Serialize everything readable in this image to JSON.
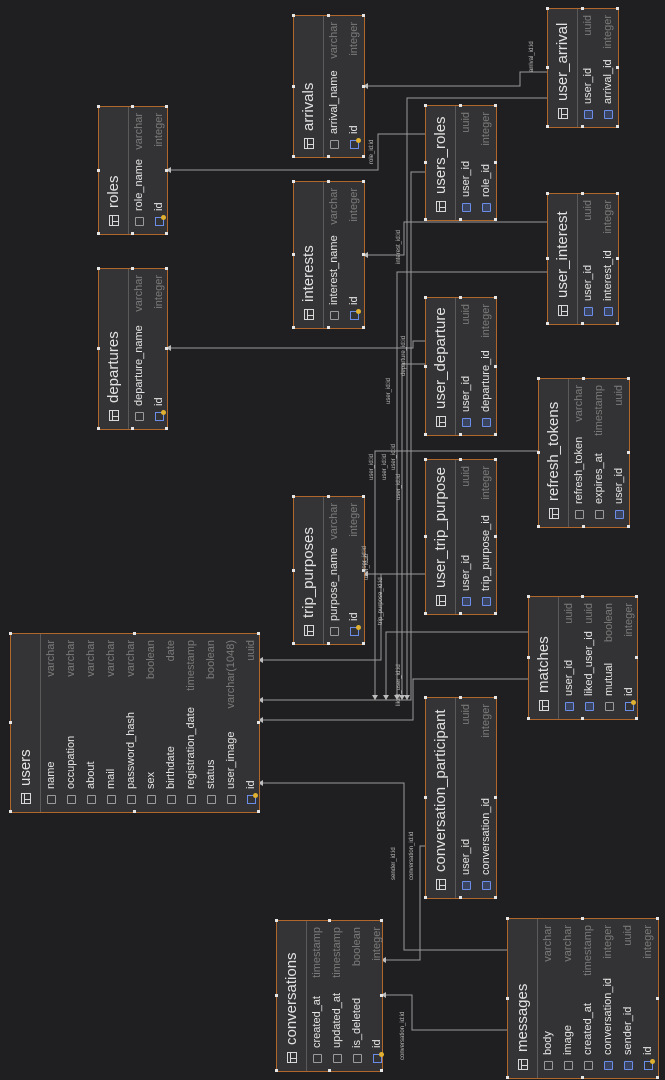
{
  "tables": [
    {
      "id": "users",
      "name": "users",
      "columns": [
        {
          "name": "name",
          "type": "varchar",
          "icon": "column-icon"
        },
        {
          "name": "occupation",
          "type": "varchar",
          "icon": "column-icon"
        },
        {
          "name": "about",
          "type": "varchar",
          "icon": "column-icon"
        },
        {
          "name": "mail",
          "type": "varchar",
          "icon": "column-icon"
        },
        {
          "name": "password_hash",
          "type": "varchar",
          "icon": "column-icon"
        },
        {
          "name": "sex",
          "type": "boolean",
          "icon": "column-icon"
        },
        {
          "name": "birthdate",
          "type": "date",
          "icon": "column-icon"
        },
        {
          "name": "registration_date",
          "type": "timestamp",
          "icon": "column-icon"
        },
        {
          "name": "status",
          "type": "boolean",
          "icon": "column-icon"
        },
        {
          "name": "user_image",
          "type": "varchar(1048)",
          "icon": "column-icon"
        },
        {
          "name": "id",
          "type": "uuid",
          "icon": "primary-key-icon"
        }
      ]
    },
    {
      "id": "roles",
      "name": "roles",
      "columns": [
        {
          "name": "role_name",
          "type": "varchar",
          "icon": "column-icon"
        },
        {
          "name": "id",
          "type": "integer",
          "icon": "primary-key-icon"
        }
      ]
    },
    {
      "id": "departures",
      "name": "departures",
      "columns": [
        {
          "name": "departure_name",
          "type": "varchar",
          "icon": "column-icon"
        },
        {
          "name": "id",
          "type": "integer",
          "icon": "primary-key-icon"
        }
      ]
    },
    {
      "id": "arrivals",
      "name": "arrivals",
      "columns": [
        {
          "name": "arrival_name",
          "type": "varchar",
          "icon": "column-icon"
        },
        {
          "name": "id",
          "type": "integer",
          "icon": "primary-key-icon"
        }
      ]
    },
    {
      "id": "interests",
      "name": "interests",
      "columns": [
        {
          "name": "interest_name",
          "type": "varchar",
          "icon": "column-icon"
        },
        {
          "name": "id",
          "type": "integer",
          "icon": "primary-key-icon"
        }
      ]
    },
    {
      "id": "trip_purposes",
      "name": "trip_purposes",
      "columns": [
        {
          "name": "purpose_name",
          "type": "varchar",
          "icon": "column-icon"
        },
        {
          "name": "id",
          "type": "integer",
          "icon": "primary-key-icon"
        }
      ]
    },
    {
      "id": "users_roles",
      "name": "users_roles",
      "columns": [
        {
          "name": "user_id",
          "type": "uuid",
          "icon": "foreign-key-icon"
        },
        {
          "name": "role_id",
          "type": "integer",
          "icon": "foreign-key-icon"
        }
      ]
    },
    {
      "id": "user_departure",
      "name": "user_departure",
      "columns": [
        {
          "name": "user_id",
          "type": "uuid",
          "icon": "foreign-key-icon"
        },
        {
          "name": "departure_id",
          "type": "integer",
          "icon": "foreign-key-icon"
        }
      ]
    },
    {
      "id": "user_trip_purpose",
      "name": "user_trip_purpose",
      "columns": [
        {
          "name": "user_id",
          "type": "uuid",
          "icon": "foreign-key-icon"
        },
        {
          "name": "trip_purpose_id",
          "type": "integer",
          "icon": "foreign-key-icon"
        }
      ]
    },
    {
      "id": "conversation_participant",
      "name": "conversation_participant",
      "columns": [
        {
          "name": "user_id",
          "type": "uuid",
          "icon": "foreign-key-icon"
        },
        {
          "name": "conversation_id",
          "type": "integer",
          "icon": "foreign-key-icon"
        }
      ]
    },
    {
      "id": "conversations",
      "name": "conversations",
      "columns": [
        {
          "name": "created_at",
          "type": "timestamp",
          "icon": "column-icon"
        },
        {
          "name": "updated_at",
          "type": "timestamp",
          "icon": "column-icon"
        },
        {
          "name": "is_deleted",
          "type": "boolean",
          "icon": "column-icon"
        },
        {
          "name": "id",
          "type": "integer",
          "icon": "primary-key-icon"
        }
      ]
    },
    {
      "id": "user_arrival",
      "name": "user_arrival",
      "columns": [
        {
          "name": "user_id",
          "type": "uuid",
          "icon": "foreign-key-icon"
        },
        {
          "name": "arrival_id",
          "type": "integer",
          "icon": "foreign-key-icon"
        }
      ]
    },
    {
      "id": "user_interest",
      "name": "user_interest",
      "columns": [
        {
          "name": "user_id",
          "type": "uuid",
          "icon": "foreign-key-icon"
        },
        {
          "name": "interest_id",
          "type": "integer",
          "icon": "foreign-key-icon"
        }
      ]
    },
    {
      "id": "refresh_tokens",
      "name": "refresh_tokens",
      "columns": [
        {
          "name": "refresh_token",
          "type": "varchar",
          "icon": "column-icon"
        },
        {
          "name": "expires_at",
          "type": "timestamp",
          "icon": "column-icon"
        },
        {
          "name": "user_id",
          "type": "uuid",
          "icon": "foreign-key-icon"
        }
      ]
    },
    {
      "id": "matches",
      "name": "matches",
      "columns": [
        {
          "name": "user_id",
          "type": "uuid",
          "icon": "foreign-key-icon"
        },
        {
          "name": "liked_user_id",
          "type": "uuid",
          "icon": "foreign-key-icon"
        },
        {
          "name": "mutual",
          "type": "boolean",
          "icon": "column-icon"
        },
        {
          "name": "id",
          "type": "integer",
          "icon": "primary-key-icon"
        }
      ]
    },
    {
      "id": "messages",
      "name": "messages",
      "columns": [
        {
          "name": "body",
          "type": "varchar",
          "icon": "column-icon"
        },
        {
          "name": "image",
          "type": "varchar",
          "icon": "column-icon"
        },
        {
          "name": "created_at",
          "type": "timestamp",
          "icon": "column-icon"
        },
        {
          "name": "conversation_id",
          "type": "integer",
          "icon": "foreign-key-icon"
        },
        {
          "name": "sender_id",
          "type": "uuid",
          "icon": "foreign-key-icon"
        },
        {
          "name": "id",
          "type": "integer",
          "icon": "primary-key-icon"
        }
      ]
    }
  ],
  "relations": [
    {
      "label": "arrival_id:id",
      "from": "user_arrival",
      "to": "arrivals"
    },
    {
      "label": "role_id:id",
      "from": "users_roles",
      "to": "roles"
    },
    {
      "label": "interest_id:id",
      "from": "user_interest",
      "to": "interests"
    },
    {
      "label": "departure_id:id",
      "from": "user_departure",
      "to": "departures"
    },
    {
      "label": "user_id:id",
      "from": "users_roles",
      "to": "users"
    },
    {
      "label": "user_id:id",
      "from": "user_departure",
      "to": "users"
    },
    {
      "label": "user_id:id",
      "from": "user_arrival",
      "to": "users"
    },
    {
      "label": "user_id:id",
      "from": "user_interest",
      "to": "users"
    },
    {
      "label": "user_id:id",
      "from": "refresh_tokens",
      "to": "users"
    },
    {
      "label": "user_id:id",
      "from": "matches",
      "to": "users"
    },
    {
      "label": "user_id:id",
      "from": "user_trip_purpose",
      "to": "users"
    },
    {
      "label": "trip_purpose_id:id",
      "from": "user_trip_purpose",
      "to": "trip_purposes"
    },
    {
      "label": "liked_user_id:id",
      "from": "matches",
      "to": "users"
    },
    {
      "label": "conversation_id:id",
      "from": "conversation_participant",
      "to": "conversations"
    },
    {
      "label": "sender_id:id",
      "from": "messages",
      "to": "users"
    },
    {
      "label": "conversation_id:id",
      "from": "messages",
      "to": "conversations"
    }
  ]
}
